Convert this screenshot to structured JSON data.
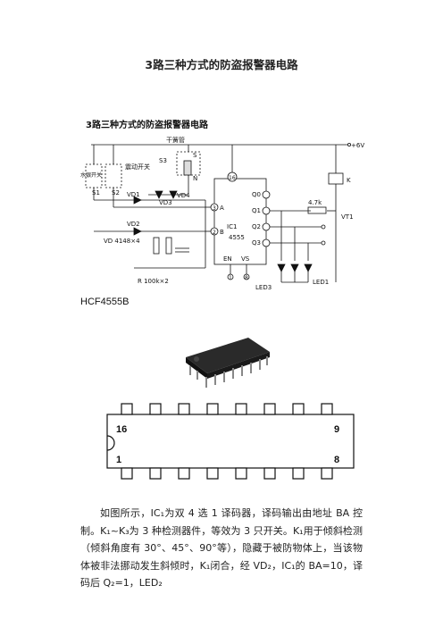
{
  "document": {
    "title": "3路三种方式的防盗报警器电路"
  },
  "circuit": {
    "heading": "3路三种方式的防盗报警器电路",
    "labels": {
      "reed": "干簧管",
      "vibration": "震动开关",
      "tilt": "水银开关",
      "vcc": "+6V",
      "s3": "S3",
      "s": "S",
      "n": "N",
      "s1": "S1",
      "s2": "S2",
      "vd1": "VD1",
      "vd2": "VD2",
      "vd3": "VD3",
      "vd4": "VD4",
      "vd_type": "VD   4148×4",
      "pin16": "16",
      "pinA": "3",
      "pinB": "2",
      "a": "A",
      "b": "B",
      "ic1": "IC1",
      "ic_num": "4555",
      "q0": "Q0",
      "q1": "Q1",
      "q2": "Q2",
      "q3": "Q3",
      "en": "EN",
      "vss": "VS",
      "pin1": "1",
      "pin8": "8",
      "r": "4.7k",
      "k": "K",
      "vt1": "VT1",
      "r_label": "R  100k×2",
      "led3": "LED3",
      "led1": "LED1"
    }
  },
  "chip": {
    "name": "HCF4555B",
    "pins": {
      "p16": "16",
      "p9": "9",
      "p1": "1",
      "p8": "8"
    }
  },
  "text": {
    "paragraph": "如图所示，IC₁为双 4 选 1 译码器，译码输出由地址 BA 控制。K₁~K₃为 3 种检测器件，等效为 3 只开关。K₁用于倾斜检测（倾斜角度有 30°、45°、90°等），隐藏于被防物体上，当该物体被非法挪动发生斜倾时，K₁闭合，经 VD₂，IC₁的 BA=10，译码后 Q₂=1，LED₂"
  }
}
